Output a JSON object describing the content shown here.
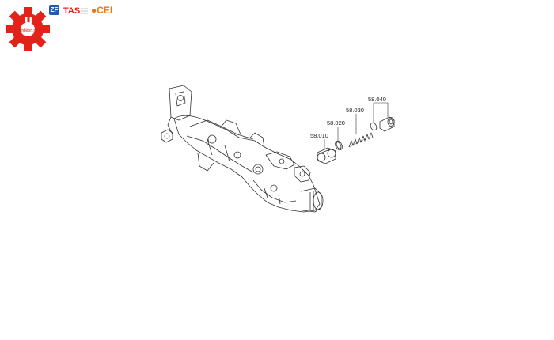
{
  "logo": {
    "site": "ombiron.ru",
    "brands": [
      "ZF",
      "TAS",
      "CEI"
    ],
    "colors": {
      "gear": "#e2231a",
      "zf": "#1f5fa8",
      "cei": "#e07b1f"
    }
  },
  "parts": [
    {
      "number": "58.010"
    },
    {
      "number": "58.020"
    },
    {
      "number": "58.030"
    },
    {
      "number": "58.040"
    }
  ]
}
